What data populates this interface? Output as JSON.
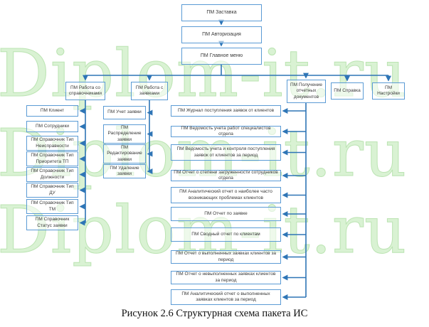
{
  "watermark": {
    "text": "Diplom-it.ru",
    "fill_color": "#d9f2d3",
    "outline_color": "#bce4b3"
  },
  "caption": "Рисунок 2.6 Структурная схема пакета ИС",
  "colors": {
    "box_border": "#5b9bd5",
    "connector": "#2e75b6",
    "background": "#ffffff"
  },
  "nodes": {
    "splash": "ПМ Заставка",
    "auth": "ПМ Авторизация",
    "main_menu": "ПМ Главное меню",
    "work_directories": "ПМ Работа со справочниками",
    "work_requests": "ПМ Работа с заявками",
    "reports_menu": "ПМ Получение отчетных документов",
    "help": "ПМ Справка",
    "settings": "ПМ Настройки",
    "directories": [
      "ПМ Клиент",
      "ПМ Сотрудники",
      "ПМ Справочник Тип Неисправности",
      "ПМ Справочник Тип Приоритета ТП",
      "ПМ Справочник Тип Должности",
      "ПМ Справочник Тип ДУ",
      "ПМ Справочник Тип ТМ",
      "ПМ Справочник Статус заявки"
    ],
    "requests": [
      "ПМ Учет заявки",
      "ПМ Распределение заявки",
      "ПМ Редактирование заявки",
      "ПМ Удаление заявки"
    ],
    "reports": [
      "ПМ Журнал поступления заявок от клиентов",
      "ПМ Ведомость учета работ специалистов отдела",
      "ПМ Ведомость учета и контроля поступления заявок от клиентов за период",
      "ПМ Отчет о степени загруженности сотрудников отдела",
      "ПМ Аналитический отчет о наиболее часто возникающих проблемах клиентов",
      "ПМ Отчет по заявке",
      "ПМ Сводный отчет по клиентам",
      "ПМ Отчет о выполненных заявках клиентов за период",
      "ПМ Отчет о невыполненных заявках клиентов за период",
      "ПМ Аналитический отчет о выполненных заявках клиентов за период"
    ]
  }
}
